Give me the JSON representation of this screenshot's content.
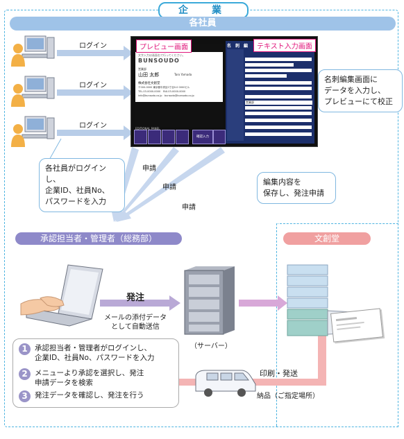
{
  "header": {
    "title": "企　業"
  },
  "sections": {
    "company": "各社員",
    "approver": "承認担当者・管理者（総務部）",
    "bunsodo": "文創堂"
  },
  "login_labels": [
    "ログイン",
    "ログイン",
    "ログイン"
  ],
  "preview": {
    "preview_badge": "プレビュー画面",
    "text_badge": "テキスト入力画面",
    "edit_label": "名　刺　編",
    "hint_text": "文字入力は画面右で行ってください。",
    "brand": "BUNSOUDO",
    "dept": "営業部",
    "person_name": "山田 太郎",
    "person_roman": "Taro Yamada",
    "company_name": "株式会社文創堂",
    "address_lines": [
      "〒000-0000 東京都中央区0丁目0-0 0000ビル",
      "TEL.03-0000-0000　FAX.03-0000-0000",
      "info@bunsodo.co.jp　bunsodo@bunsodo.co.jp"
    ],
    "toolbar_label": "EDITIONAL PANEL",
    "apply_button": "確認入力",
    "field_values": [
      "営業部"
    ]
  },
  "callouts": {
    "edit_screen": "名刺編集画面に\nデータを入力し、\nプレビューにて校正",
    "save_apply": "編集内容を\n保存し、発注申請",
    "login_info": "各社員がログインし、\n企業ID、社員No、\nパスワードを入力"
  },
  "apply_labels": [
    "申請",
    "申請",
    "申請"
  ],
  "order": {
    "label": "発注",
    "email_note": "メールの添付データ\nとして自動送信",
    "server": "（サーバー）"
  },
  "delivery": {
    "print_ship": "印刷・発送",
    "delivery_place": "納品（ご指定場所）"
  },
  "steps": [
    {
      "num": "1",
      "text": "承認担当者・管理者がログインし、\n企業ID、社員No、パスワードを入力"
    },
    {
      "num": "2",
      "text": "メニューより承認を選択し、発注\n申請データを検索"
    },
    {
      "num": "3",
      "text": "発注データを確認し、発注を行う"
    }
  ],
  "colors": {
    "accent_blue": "#3aa9d9",
    "bar_blue": "#9fc3e8",
    "approver_purple": "#8e89c9",
    "bunsodo_pink": "#f0a0a0",
    "arrow_blue": "#b8cde8",
    "arrow_purple": "#b9a9d6",
    "arrow_pink": "#f4b4b4"
  }
}
